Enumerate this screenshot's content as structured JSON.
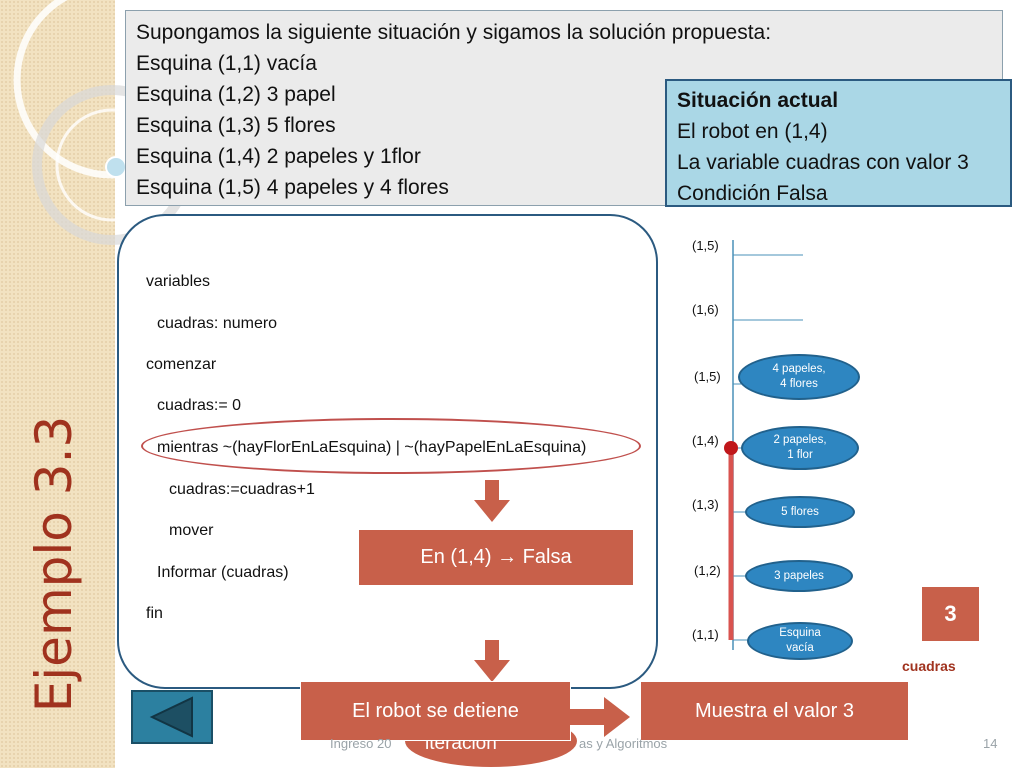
{
  "slide_title": "Ejemplo 3.3",
  "intro_lines": [
    "Supongamos la siguiente situación y sigamos la solución propuesta:",
    "Esquina (1,1) vacía",
    "Esquina (1,2) 3 papel",
    "Esquina (1,3) 5 flores",
    "Esquina (1,4) 2 papeles y 1flor",
    "Esquina (1,5) 4 papeles y 4 flores"
  ],
  "situation": {
    "heading": "Situación actual",
    "lines": [
      "El robot en (1,4)",
      "La variable cuadras con valor 3",
      "Condición Falsa"
    ]
  },
  "code_lines": [
    "variables",
    "cuadras: numero",
    "comenzar",
    "cuadras:= 0",
    "mientras ~(hayFlorEnLaEsquina) |  ~(hayPapelEnLaEsquina)",
    "cuadras:=cuadras+1",
    "mover",
    "Informar (cuadras)",
    "fin"
  ],
  "callouts": {
    "evaluation": "En (1,4) → Falsa",
    "stop": "El robot se detiene",
    "show": "Muestra el valor 3",
    "hidden_fragment": "iteración"
  },
  "diagram": {
    "position_labels": [
      "(1,5)",
      "(1,6)",
      "(1,5)",
      "(1,4)",
      "(1,3)",
      "(1,2)",
      "(1,1)"
    ],
    "corners": [
      {
        "label": "(1,5)",
        "text": "4 papeles,\n4 flores"
      },
      {
        "label": "(1,4)",
        "text": "2 papeles,\n1 flor"
      },
      {
        "label": "(1,3)",
        "text": "5 flores"
      },
      {
        "label": "(1,2)",
        "text": "3 papeles"
      },
      {
        "label": "(1,1)",
        "text": "Esquina\nvacía"
      }
    ],
    "robot_position": "(1,4)"
  },
  "variable": {
    "name": "cuadras",
    "value": "3"
  },
  "footer": {
    "left": "Ingreso 20",
    "middle": "as y Algoritmos",
    "page": "14"
  },
  "colors": {
    "accent_red": "#c8604a",
    "title_red": "#a0321e",
    "pill_blue": "#2e86c1",
    "situation_bg": "#aad7e6"
  },
  "icons": {
    "nav": "triangle-left-icon",
    "arrow": "arrow-down-icon"
  }
}
